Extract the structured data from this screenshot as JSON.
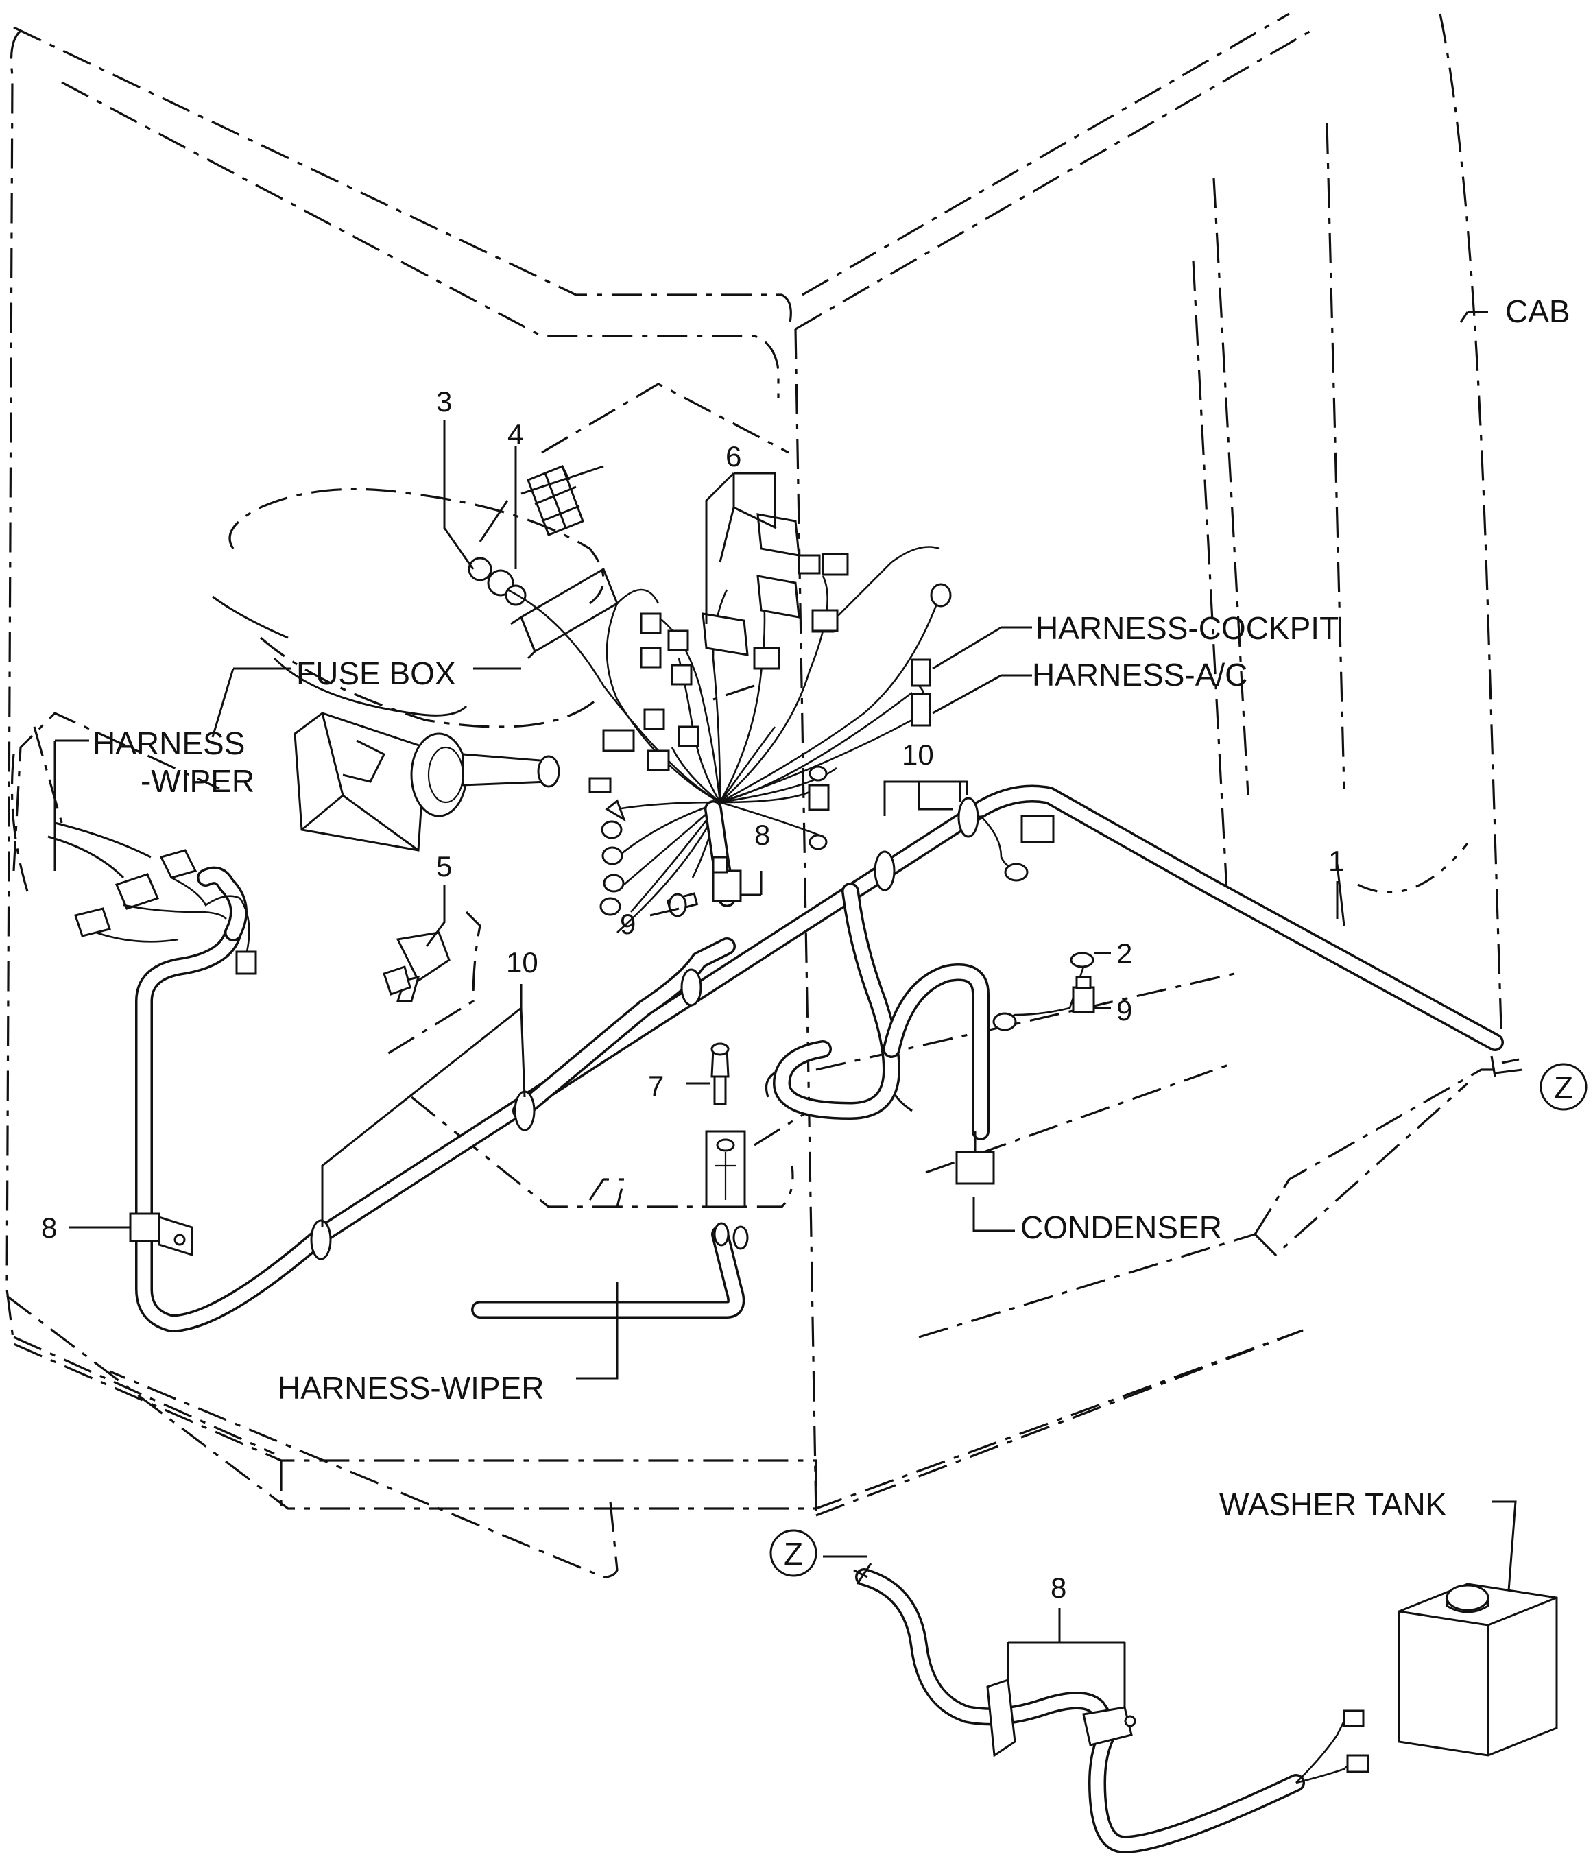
{
  "labels": {
    "cab": "CAB",
    "fuse_box": "FUSE BOX",
    "harness_wiper_left_line1": "HARNESS",
    "harness_wiper_left_line2": "-WIPER",
    "harness_cockpit": "HARNESS-COCKPIT",
    "harness_ac": "HARNESS-A/C",
    "condenser": "CONDENSER",
    "harness_wiper_bottom": "HARNESS-WIPER",
    "washer_tank": "WASHER TANK",
    "ref_z_top": "Z",
    "ref_z_bottom": "Z"
  },
  "callouts": {
    "n1": "1",
    "n2": "2",
    "n3": "3",
    "n4": "4",
    "n5": "5",
    "n6": "6",
    "n7": "7",
    "n8_center": "8",
    "n8_left": "8",
    "n8_bottom": "8",
    "n9_left": "9",
    "n9_right": "9",
    "n10_top": "10",
    "n10_left": "10"
  }
}
